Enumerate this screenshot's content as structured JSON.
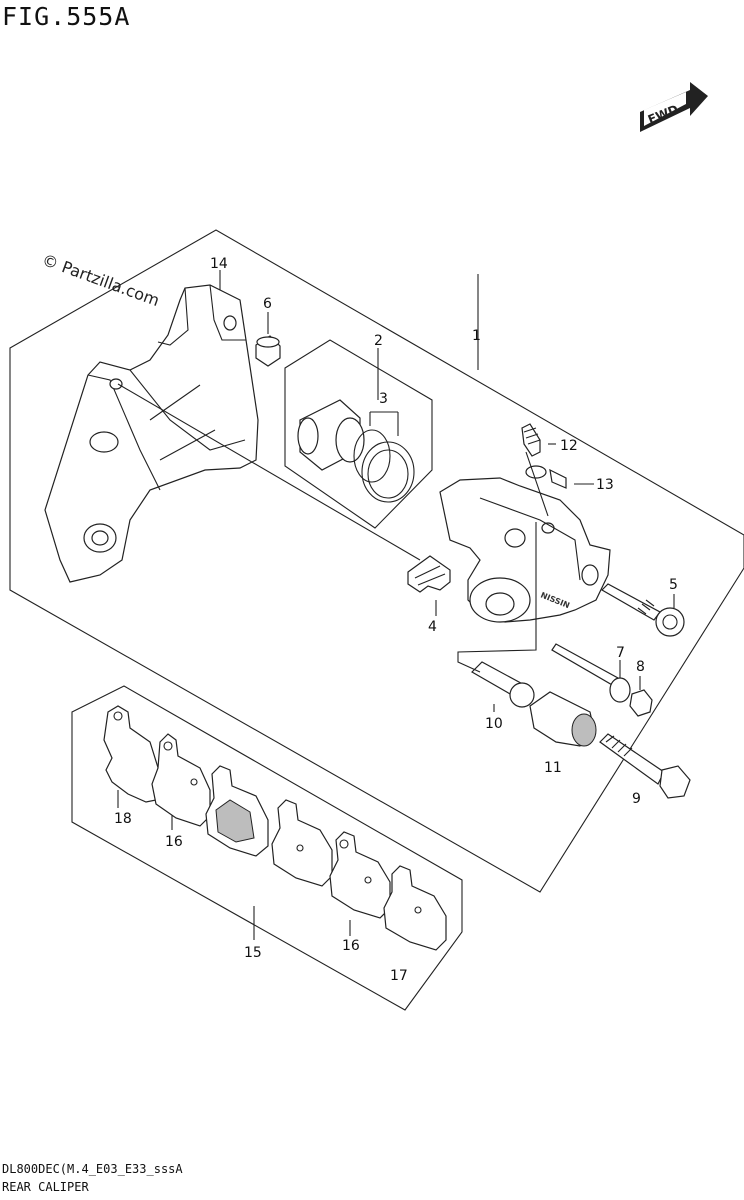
{
  "figure": {
    "title": "FIG.555A",
    "model_code": "DL800DEC(M.4_E03_E33_sssA",
    "section_name": "REAR CALIPER",
    "watermark": "© Partzilla.com",
    "fwd_label": "FWD"
  },
  "callouts": [
    {
      "id": "1",
      "label": "1"
    },
    {
      "id": "2",
      "label": "2"
    },
    {
      "id": "3",
      "label": "3"
    },
    {
      "id": "4",
      "label": "4"
    },
    {
      "id": "5",
      "label": "5"
    },
    {
      "id": "6",
      "label": "6"
    },
    {
      "id": "7",
      "label": "7"
    },
    {
      "id": "8",
      "label": "8"
    },
    {
      "id": "9",
      "label": "9"
    },
    {
      "id": "10",
      "label": "10"
    },
    {
      "id": "11",
      "label": "11"
    },
    {
      "id": "12",
      "label": "12"
    },
    {
      "id": "13",
      "label": "13"
    },
    {
      "id": "14",
      "label": "14"
    },
    {
      "id": "15",
      "label": "15"
    },
    {
      "id": "16a",
      "label": "16"
    },
    {
      "id": "16b",
      "label": "16"
    },
    {
      "id": "17",
      "label": "17"
    },
    {
      "id": "18",
      "label": "18"
    }
  ]
}
